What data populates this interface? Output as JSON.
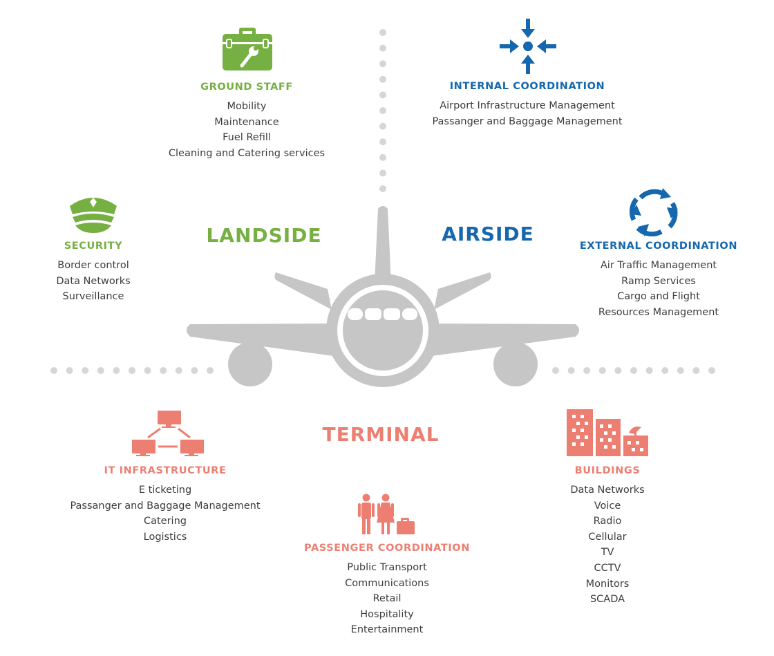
{
  "colors": {
    "green": "#76b043",
    "blue": "#1567ae",
    "salmon": "#ec7f72",
    "grey": "#c6c6c6"
  },
  "zones": {
    "landside": "LANDSIDE",
    "airside": "AIRSIDE",
    "terminal": "TERMINAL"
  },
  "ground_staff": {
    "icon": "toolbox-wrench-icon",
    "title": "GROUND STAFF",
    "items": [
      "Mobility",
      "Maintenance",
      "Fuel Refill",
      "Cleaning and Catering services"
    ]
  },
  "internal_coordination": {
    "icon": "converging-arrows-icon",
    "title": "INTERNAL COORDINATION",
    "items": [
      "Airport Infrastructure Management",
      "Passanger and Baggage Management"
    ]
  },
  "security": {
    "icon": "police-cap-icon",
    "title": "SECURITY",
    "items": [
      "Border control",
      "Data Networks",
      "Surveillance"
    ]
  },
  "external_coordination": {
    "icon": "circular-arrows-icon",
    "title": "EXTERNAL COORDINATION",
    "items": [
      "Air Traffic Management",
      "Ramp Services",
      "Cargo and Flight",
      "Resources Management"
    ]
  },
  "it_infrastructure": {
    "icon": "network-monitors-icon",
    "title": "IT INFRASTRUCTURE",
    "items": [
      "E ticketing",
      "Passanger and Baggage Management",
      "Catering",
      "Logistics"
    ]
  },
  "passenger_coordination": {
    "icon": "passengers-luggage-icon",
    "title": "PASSENGER COORDINATION",
    "items": [
      "Public Transport",
      "Communications",
      "Retail",
      "Hospitality",
      "Entertainment"
    ]
  },
  "buildings": {
    "icon": "buildings-icon",
    "title": "BUILDINGS",
    "items": [
      "Data Networks",
      "Voice",
      "Radio",
      "Cellular",
      "TV",
      "CCTV",
      "Monitors",
      "SCADA"
    ]
  }
}
